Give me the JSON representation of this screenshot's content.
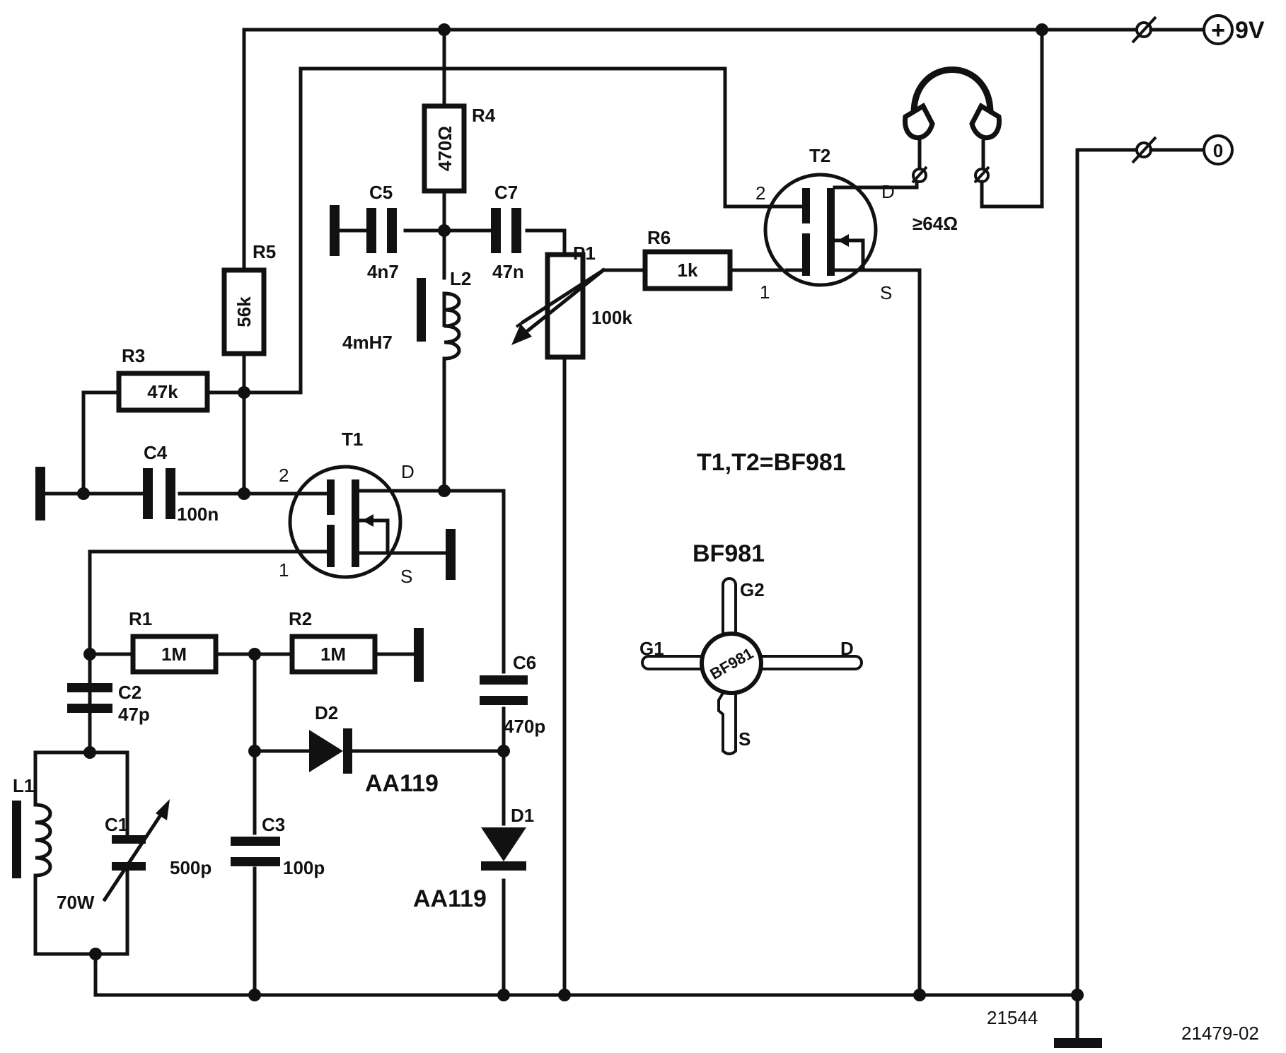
{
  "components": {
    "r1": {
      "ref": "R1",
      "value": "1M"
    },
    "r2": {
      "ref": "R2",
      "value": "1M"
    },
    "r3": {
      "ref": "R3",
      "value": "47k"
    },
    "r4": {
      "ref": "R4",
      "value": "470Ω"
    },
    "r5": {
      "ref": "R5",
      "value": "56k"
    },
    "r6": {
      "ref": "R6",
      "value": "1k"
    },
    "p1": {
      "ref": "P1",
      "value": "100k"
    },
    "c1": {
      "ref": "C1",
      "value": "500p"
    },
    "c2": {
      "ref": "C2",
      "value": "47p"
    },
    "c3": {
      "ref": "C3",
      "value": "100p"
    },
    "c4": {
      "ref": "C4",
      "value": "100n"
    },
    "c5": {
      "ref": "C5",
      "value": "4n7"
    },
    "c6": {
      "ref": "C6",
      "value": "470p"
    },
    "c7": {
      "ref": "C7",
      "value": "47n"
    },
    "l1": {
      "ref": "L1",
      "value": "70W"
    },
    "l2": {
      "ref": "L2",
      "value": "4mH7"
    },
    "d1": {
      "ref": "D1",
      "value": "AA119"
    },
    "d2": {
      "ref": "D2",
      "value": "AA119"
    },
    "t1": {
      "ref": "T1",
      "pin_gate1": "1",
      "pin_gate2": "2",
      "pin_drain": "D",
      "pin_source": "S"
    },
    "t2": {
      "ref": "T2",
      "pin_gate1": "1",
      "pin_gate2": "2",
      "pin_drain": "D",
      "pin_source": "S"
    }
  },
  "headphones": {
    "impedance": "≥64Ω"
  },
  "supply": {
    "positive_symbol": "+",
    "voltage": "9V",
    "ground_symbol": "0"
  },
  "note": {
    "transistors": "T1,T2=BF981"
  },
  "pinout": {
    "title": "BF981",
    "body_text": "BF981",
    "g1": "G1",
    "g2": "G2",
    "drain": "D",
    "source": "S"
  },
  "figure_ids": {
    "inner": "21544",
    "outer": "21479-02"
  }
}
